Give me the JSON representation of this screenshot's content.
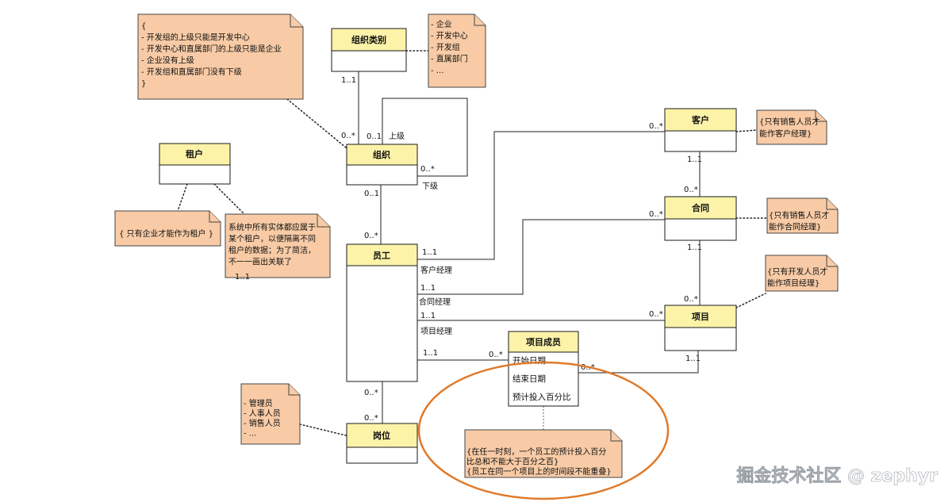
{
  "classes": {
    "org_category": "组织类别",
    "org": "组织",
    "tenant": "租户",
    "customer": "客户",
    "contract": "合同",
    "employee": "员工",
    "project": "项目",
    "project_member": "项目成员",
    "position": "岗位"
  },
  "project_member_attrs": [
    "开始日期",
    "结束日期",
    "预计投入百分比"
  ],
  "notes": {
    "org_rules": [
      "{",
      "- 开发组的上级只能是开发中心",
      "- 开发中心和直属部门的上级只能是企业",
      "- 企业没有上级",
      "- 开发组和直属部门没有下级",
      "}"
    ],
    "org_types": [
      "- 企业",
      "- 开发中心",
      "- 开发组",
      "- 直属部门",
      "- ..."
    ],
    "tenant_rule": "{ 只有企业才能作为租户 }",
    "tenant_data": [
      "系统中所有实体都应属于",
      "某个租户，以便隔离不同",
      "租户的数据；为了简洁，",
      "不一一画出关联了"
    ],
    "customer_rule": [
      "{只有销售人员才",
      "能作客户经理}"
    ],
    "contract_rule": [
      "{只有销售人员才",
      "能作合同经理}"
    ],
    "project_rule": [
      "{只有开发人员才",
      "能作项目经理}"
    ],
    "position_types": [
      "- 管理员",
      "- 人事人员",
      "- 销售人员",
      "- ..."
    ],
    "member_rules": [
      "{在任一时刻，一个员工的预计投入百分",
      "比总和不能大于百分之百}",
      "{员工在同一个项目上的时间段不能重叠}"
    ]
  },
  "labels": {
    "superior": "上级",
    "subordinate": "下级",
    "customer_manager": "客户经理",
    "contract_manager": "合同经理",
    "project_manager": "项目经理"
  },
  "multiplicities": {
    "one": "1..1",
    "zero_one": "0..1",
    "many": "0..*"
  },
  "watermark": "掘金技术社区 @ zephyr",
  "colors": {
    "class_header": "#fcf3a9",
    "note_fill": "#f8cba6",
    "highlight_ring": "#e07a2a"
  }
}
